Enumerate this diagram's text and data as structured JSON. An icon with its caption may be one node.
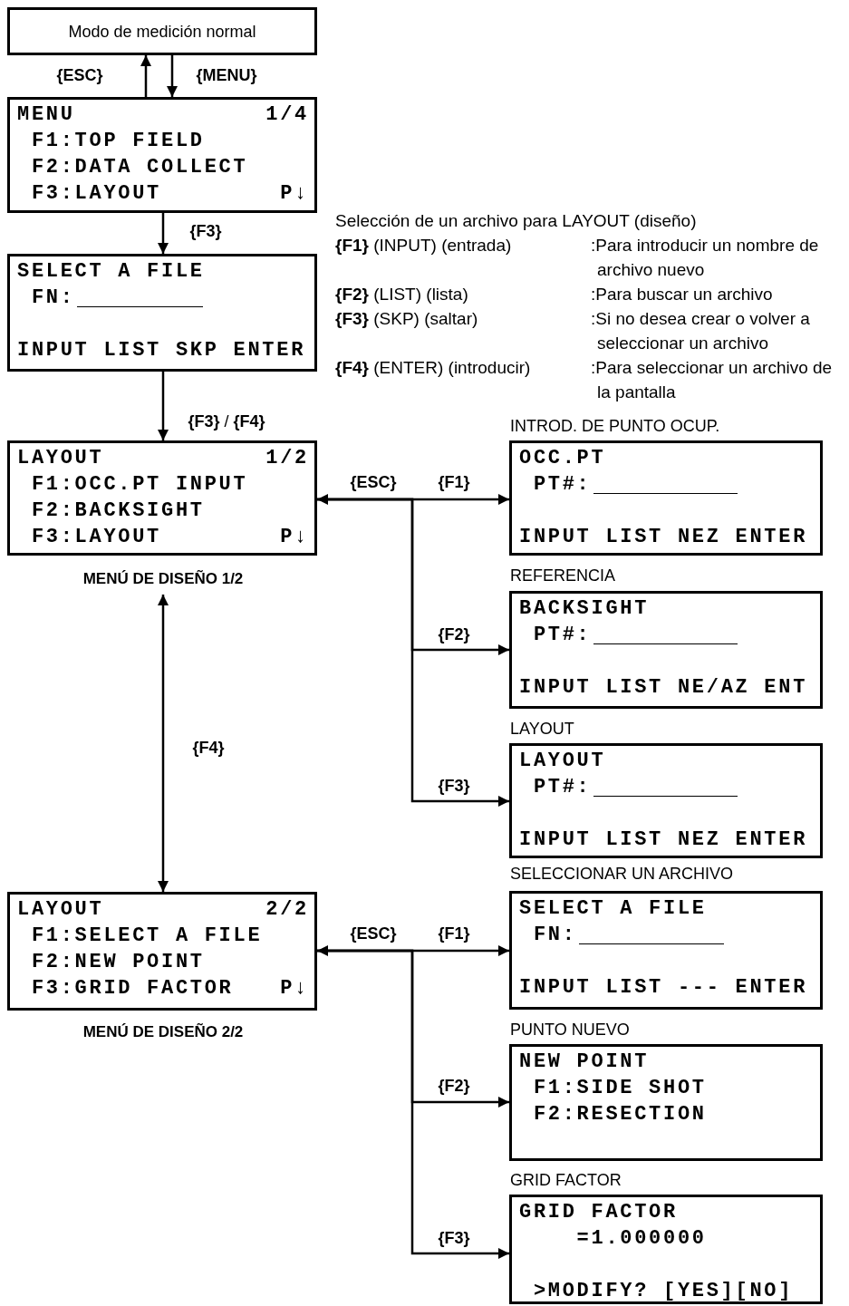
{
  "diagram": {
    "nodes": [
      {
        "text": [
          "Modo de medición normal"
        ]
      },
      {
        "text": [
          "MENU",
          "1/4",
          "F1:TOP FIELD",
          "F2:DATA COLLECT",
          "F3:LAYOUT",
          "P↓"
        ]
      },
      {
        "text": [
          "SELECT A FILE",
          "FN:",
          "INPUT LIST SKP ENTER"
        ]
      },
      {
        "text": [
          "LAYOUT",
          "1/2",
          "F1:OCC.PT INPUT",
          "F2:BACKSIGHT",
          "F3:LAYOUT",
          "P↓"
        ],
        "beside": [
          "MENÚ DE DISEÑO 1/2"
        ]
      },
      {
        "text": [
          "OCC.PT",
          "PT#:",
          "INPUT LIST NEZ ENTER"
        ],
        "beside": [
          "INTROD. DE PUNTO OCUP."
        ]
      },
      {
        "text": [
          "BACKSIGHT",
          "PT#:",
          "INPUT LIST NE/AZ ENT"
        ],
        "beside": [
          "REFERENCIA"
        ]
      },
      {
        "text": [
          "LAYOUT",
          "PT#:",
          "INPUT LIST NEZ ENTER"
        ],
        "beside": [
          "LAYOUT"
        ]
      },
      {
        "text": [
          "LAYOUT",
          "2/2",
          "F1:SELECT A FILE",
          "F2:NEW POINT",
          "F3:GRID FACTOR",
          "P↓"
        ],
        "beside": [
          "MENÚ DE DISEÑO 2/2"
        ]
      },
      {
        "text": [
          "SELECT A FILE",
          "FN:",
          "INPUT LIST --- ENTER"
        ],
        "beside": [
          "SELECCIONAR UN ARCHIVO"
        ]
      },
      {
        "text": [
          "NEW POINT",
          "F1:SIDE SHOT",
          "F2:RESECTION"
        ],
        "beside": [
          "PUNTO NUEVO"
        ]
      },
      {
        "text": [
          "GRID FACTOR",
          "=1.000000",
          ">MODIFY? [YES][NO]"
        ],
        "beside": [
          "GRID FACTOR"
        ]
      }
    ],
    "edges": [
      {
        "from": 1,
        "to": 0,
        "arrow": "to",
        "label": "{ESC}"
      },
      {
        "from": 0,
        "to": 1,
        "arrow": "to",
        "label": "{MENU}"
      },
      {
        "from": 1,
        "to": 2,
        "arrow": "to",
        "label": "{F3}"
      },
      {
        "from": 2,
        "to": 3,
        "arrow": "to",
        "label": "**{F3}** / **{F4}**"
      },
      {
        "from": 3,
        "to": 4,
        "arrow": "both",
        "label": "{F1}"
      },
      {
        "from": 3,
        "to": 5,
        "arrow": "to",
        "label": "{F2}"
      },
      {
        "from": 3,
        "to": 6,
        "arrow": "to",
        "label": "{F3}"
      },
      {
        "from": 3,
        "to": 7,
        "arrow": "both",
        "label": "{F4}"
      },
      {
        "from": 7,
        "to": 8,
        "arrow": "both",
        "label": "{F1}"
      },
      {
        "from": 7,
        "to": 9,
        "arrow": "to",
        "label": "{F2}"
      },
      {
        "from": 7,
        "to": 10,
        "arrow": "to",
        "label": "{F3}"
      }
    ],
    "labels": [
      "Selección de un archivo para LAYOUT (diseño)",
      "**{F1}** (INPUT) (entrada)",
      ":Para introducir un nombre de archivo nuevo",
      "**{F2}** (LIST) (lista)",
      ":Para buscar un archivo",
      "**{F3}** (SKP) (saltar)",
      ":Si no desea crear o volver a seleccionar un archivo",
      "**{F4}** (ENTER) (introducir)",
      ":Para seleccionar un archivo de la pantalla",
      "{ESC}",
      "{ESC}"
    ]
  }
}
